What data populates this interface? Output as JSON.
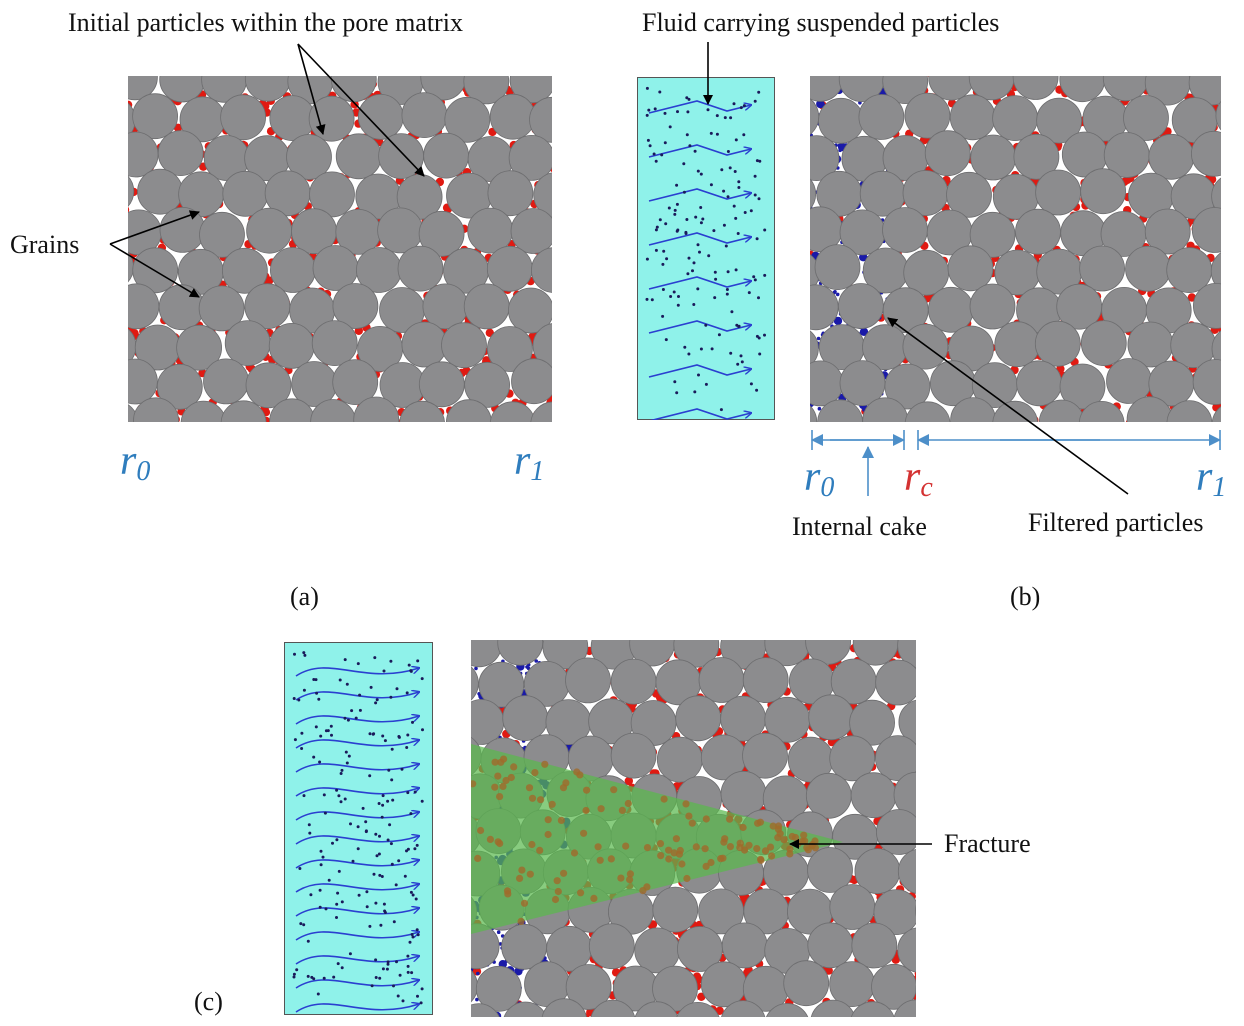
{
  "panel_a": {
    "caption": "(a)",
    "annotation_particles": "Initial particles within the pore matrix",
    "annotation_grains": "Grains",
    "r0": {
      "base": "r",
      "sub": "0"
    },
    "r1": {
      "base": "r",
      "sub": "1"
    }
  },
  "panel_b": {
    "caption": "(b)",
    "annotation_fluid": "Fluid carrying suspended particles",
    "r0": {
      "base": "r",
      "sub": "0"
    },
    "rc": {
      "base": "r",
      "sub": "c"
    },
    "r1": {
      "base": "r",
      "sub": "1"
    },
    "label_internal_cake": "Internal cake",
    "label_filtered": "Filtered particles"
  },
  "panel_c": {
    "caption": "(c)",
    "annotation_fracture": "Fracture"
  },
  "colors": {
    "grain": "#8c8c8e",
    "particle": "#e01a12",
    "fine_particle": "#1a1aa8",
    "fluid": "#8ff2ea",
    "flow_arrow": "#2a3fd0",
    "fracture": "#5ab84e",
    "dimension_line": "#4d8fc9"
  }
}
